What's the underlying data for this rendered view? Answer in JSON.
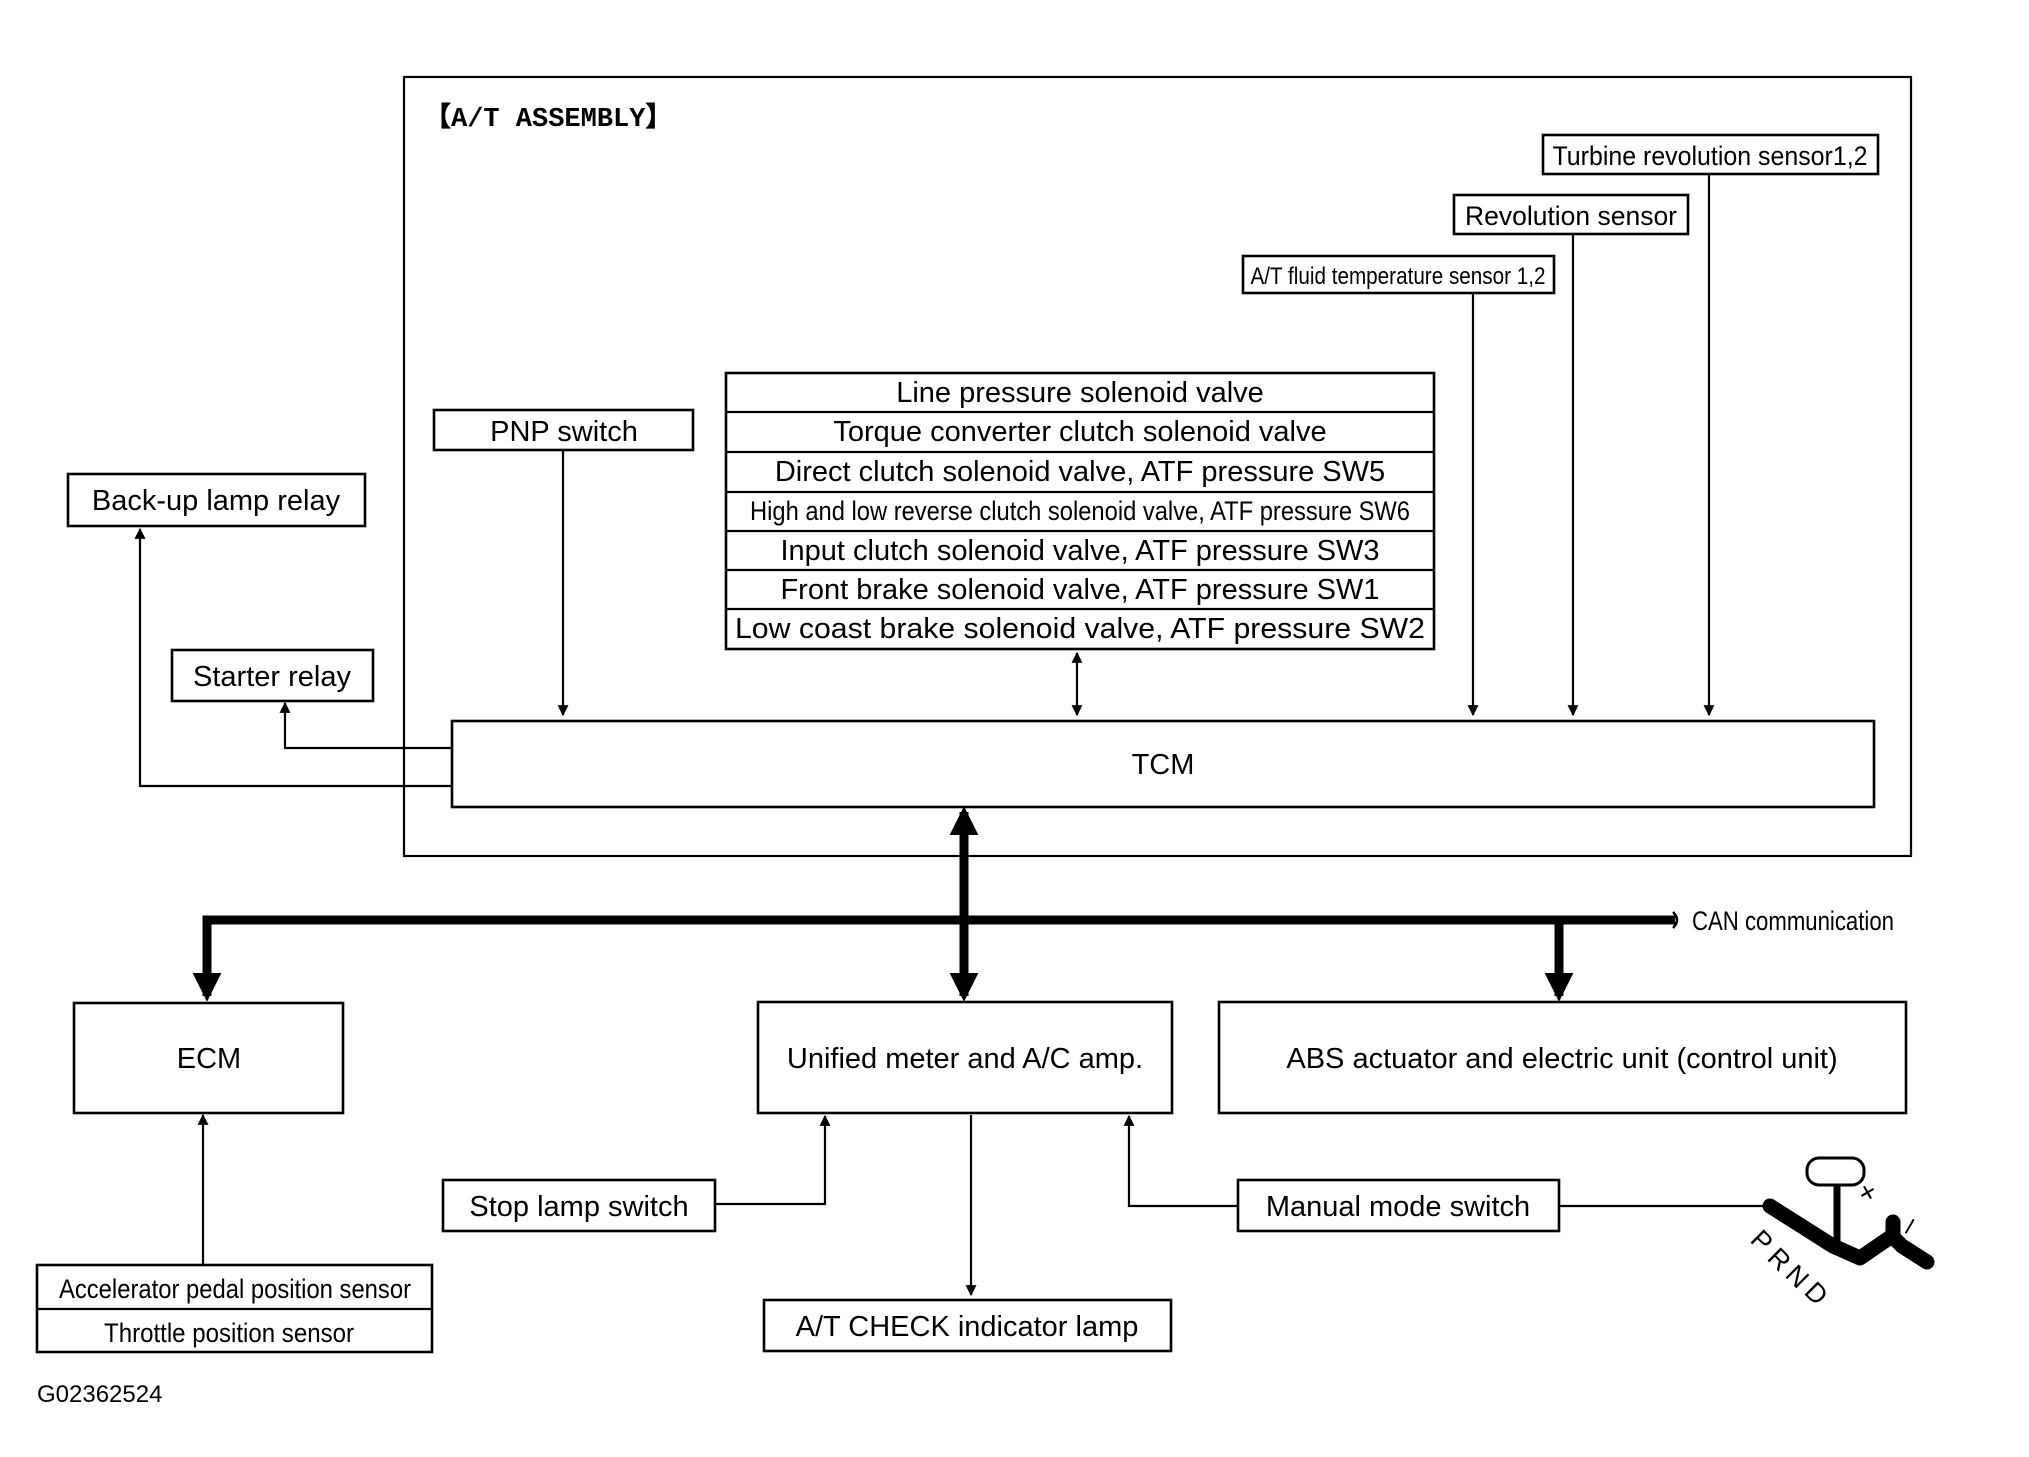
{
  "assembly_title": "【A/T ASSEMBLY】",
  "sensors": {
    "turbine": "Turbine revolution sensor1,2",
    "revolution": "Revolution sensor",
    "fluid_temp": "A/T fluid temperature sensor 1,2"
  },
  "pnp_switch": "PNP switch",
  "solenoids": [
    "Line pressure solenoid valve",
    "Torque converter clutch solenoid valve",
    "Direct clutch solenoid valve, ATF pressure SW5",
    "High and low reverse clutch solenoid valve, ATF pressure SW6",
    "Input clutch solenoid valve,  ATF pressure SW3",
    "Front brake solenoid valve, ATF pressure SW1",
    "Low coast brake solenoid valve, ATF pressure SW2"
  ],
  "backup_lamp_relay": "Back-up lamp relay",
  "starter_relay": "Starter relay",
  "tcm": "TCM",
  "can_label": "CAN communication",
  "ecm": "ECM",
  "meter_amp": "Unified meter and A/C amp.",
  "abs_unit": "ABS actuator and electric unit (control unit)",
  "stop_lamp_switch": "Stop lamp switch",
  "manual_mode_switch": "Manual mode switch",
  "check_lamp": "A/T CHECK indicator lamp",
  "accel_sensor": "Accelerator pedal position sensor",
  "throttle_sensor": "Throttle position sensor",
  "gate_letters": [
    "P",
    "R",
    "N",
    "D"
  ],
  "gate_plus": "+",
  "gate_minus": "–",
  "figure_id": "G02362524"
}
